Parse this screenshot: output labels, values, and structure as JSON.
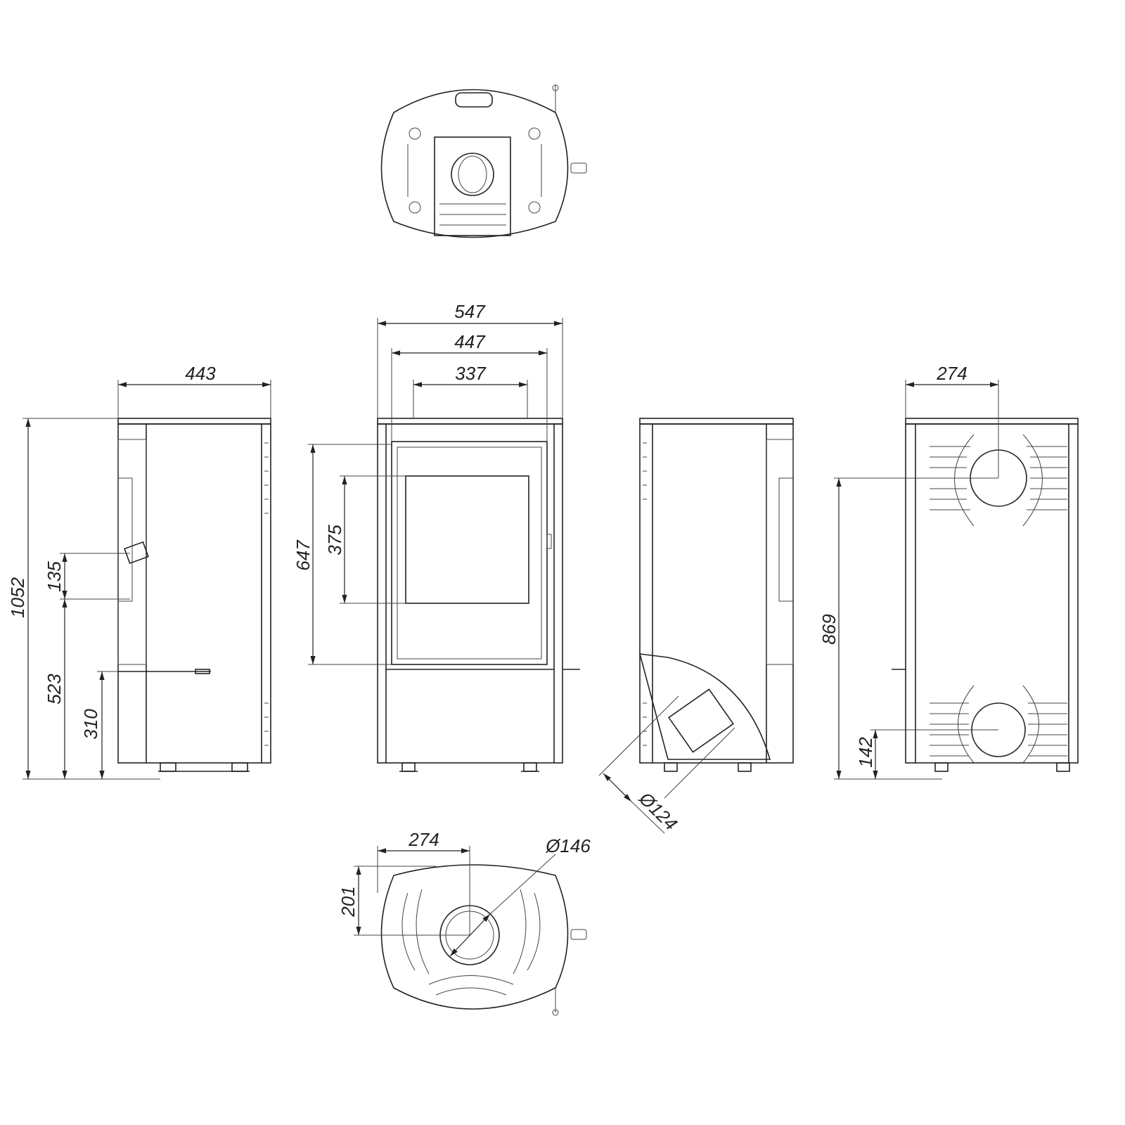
{
  "title": "Stove dimension drawing",
  "side_view_left": {
    "width": "443",
    "height": "1052",
    "handle_height": "135",
    "handle_base": "523",
    "ash_door": "310"
  },
  "front_view": {
    "width_outer": "547",
    "width_door": "447",
    "width_glass": "337",
    "door_height": "647",
    "glass_height": "375"
  },
  "side_view_right": {
    "air_inlet_diameter": "Ø124"
  },
  "back_view": {
    "flue_offset": "274",
    "flue_height": "869",
    "rear_inlet_height": "142"
  },
  "bottom_view": {
    "flue_offset_x": "274",
    "flue_diameter": "Ø146",
    "flue_offset_y": "201"
  }
}
